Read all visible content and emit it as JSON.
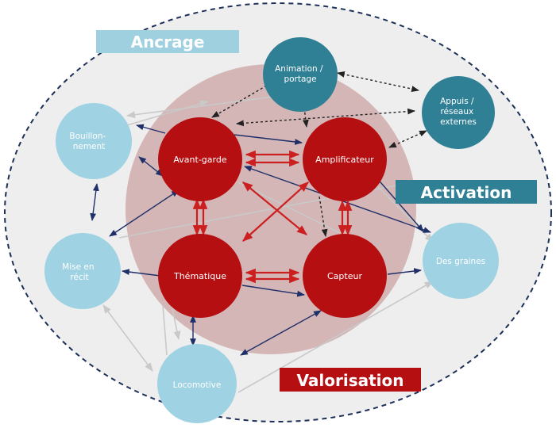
{
  "colors": {
    "outer_fill": "#efeeee",
    "outer_border": "#1b2f57",
    "inner_fill": "#cfabab",
    "core_node": "#b50f12",
    "teal_node": "#2f7f95",
    "light_node": "#9fd2e3",
    "navy_arrow": "#1f2f68",
    "red_arrow": "#cc1f1f",
    "grey_arrow": "#c9c9c9",
    "black_dashed": "#222222",
    "banner_light": "#9fd0df",
    "banner_teal": "#2f7f95",
    "banner_red": "#b50f12"
  },
  "banners": {
    "ancrage": "Ancrage",
    "activation": "Activation",
    "valorisation": "Valorisation"
  },
  "nodes": {
    "avant_garde": "Avant-garde",
    "amplificateur": "Amplificateur",
    "thematique": "Thématique",
    "capteur": "Capteur",
    "animation": [
      "Animation /",
      "portage"
    ],
    "appuis": [
      "Appuis /",
      "réseaux",
      "externes"
    ],
    "bouillonnement": [
      "Bouillon-",
      "nement"
    ],
    "mise_en_recit": [
      "Mise en",
      "récit"
    ],
    "des_graines": "Des graines",
    "locomotive": "Locomotive"
  }
}
